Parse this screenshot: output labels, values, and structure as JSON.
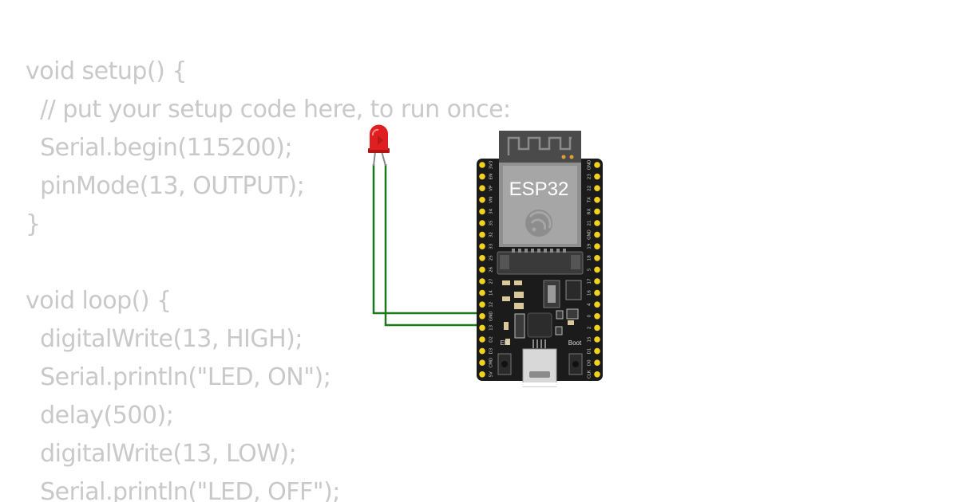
{
  "code": {
    "lines": [
      "void setup() {",
      "  // put your setup code here, to run once:",
      "  Serial.begin(115200);",
      "  pinMode(13, OUTPUT);",
      "}",
      "",
      "void loop() {",
      "  digitalWrite(13, HIGH);",
      "  Serial.println(\"LED, ON\");",
      "  delay(500);",
      "  digitalWrite(13, LOW);",
      "  Serial.println(\"LED, OFF\");"
    ]
  },
  "board": {
    "chip_label": "ESP32",
    "en_label": "EN",
    "boot_label": "Boot",
    "left_pins": [
      "3V3",
      "EN",
      "VP",
      "VN",
      "34",
      "35",
      "32",
      "33",
      "25",
      "26",
      "27",
      "14",
      "12",
      "GND",
      "13",
      "D2",
      "D3",
      "CMD",
      "5V"
    ],
    "right_pins": [
      "GND",
      "23",
      "22",
      "TX",
      "RX",
      "21",
      "GND",
      "19",
      "18",
      "5",
      "17",
      "16",
      "4",
      "0",
      "2",
      "15",
      "D1",
      "D0",
      "CLK"
    ]
  },
  "colors": {
    "code_text": "#c9c9c9",
    "board": "#1b1b1b",
    "pin": "#f2d21e",
    "wire": "#1a7a1a",
    "led": "#e02020"
  }
}
